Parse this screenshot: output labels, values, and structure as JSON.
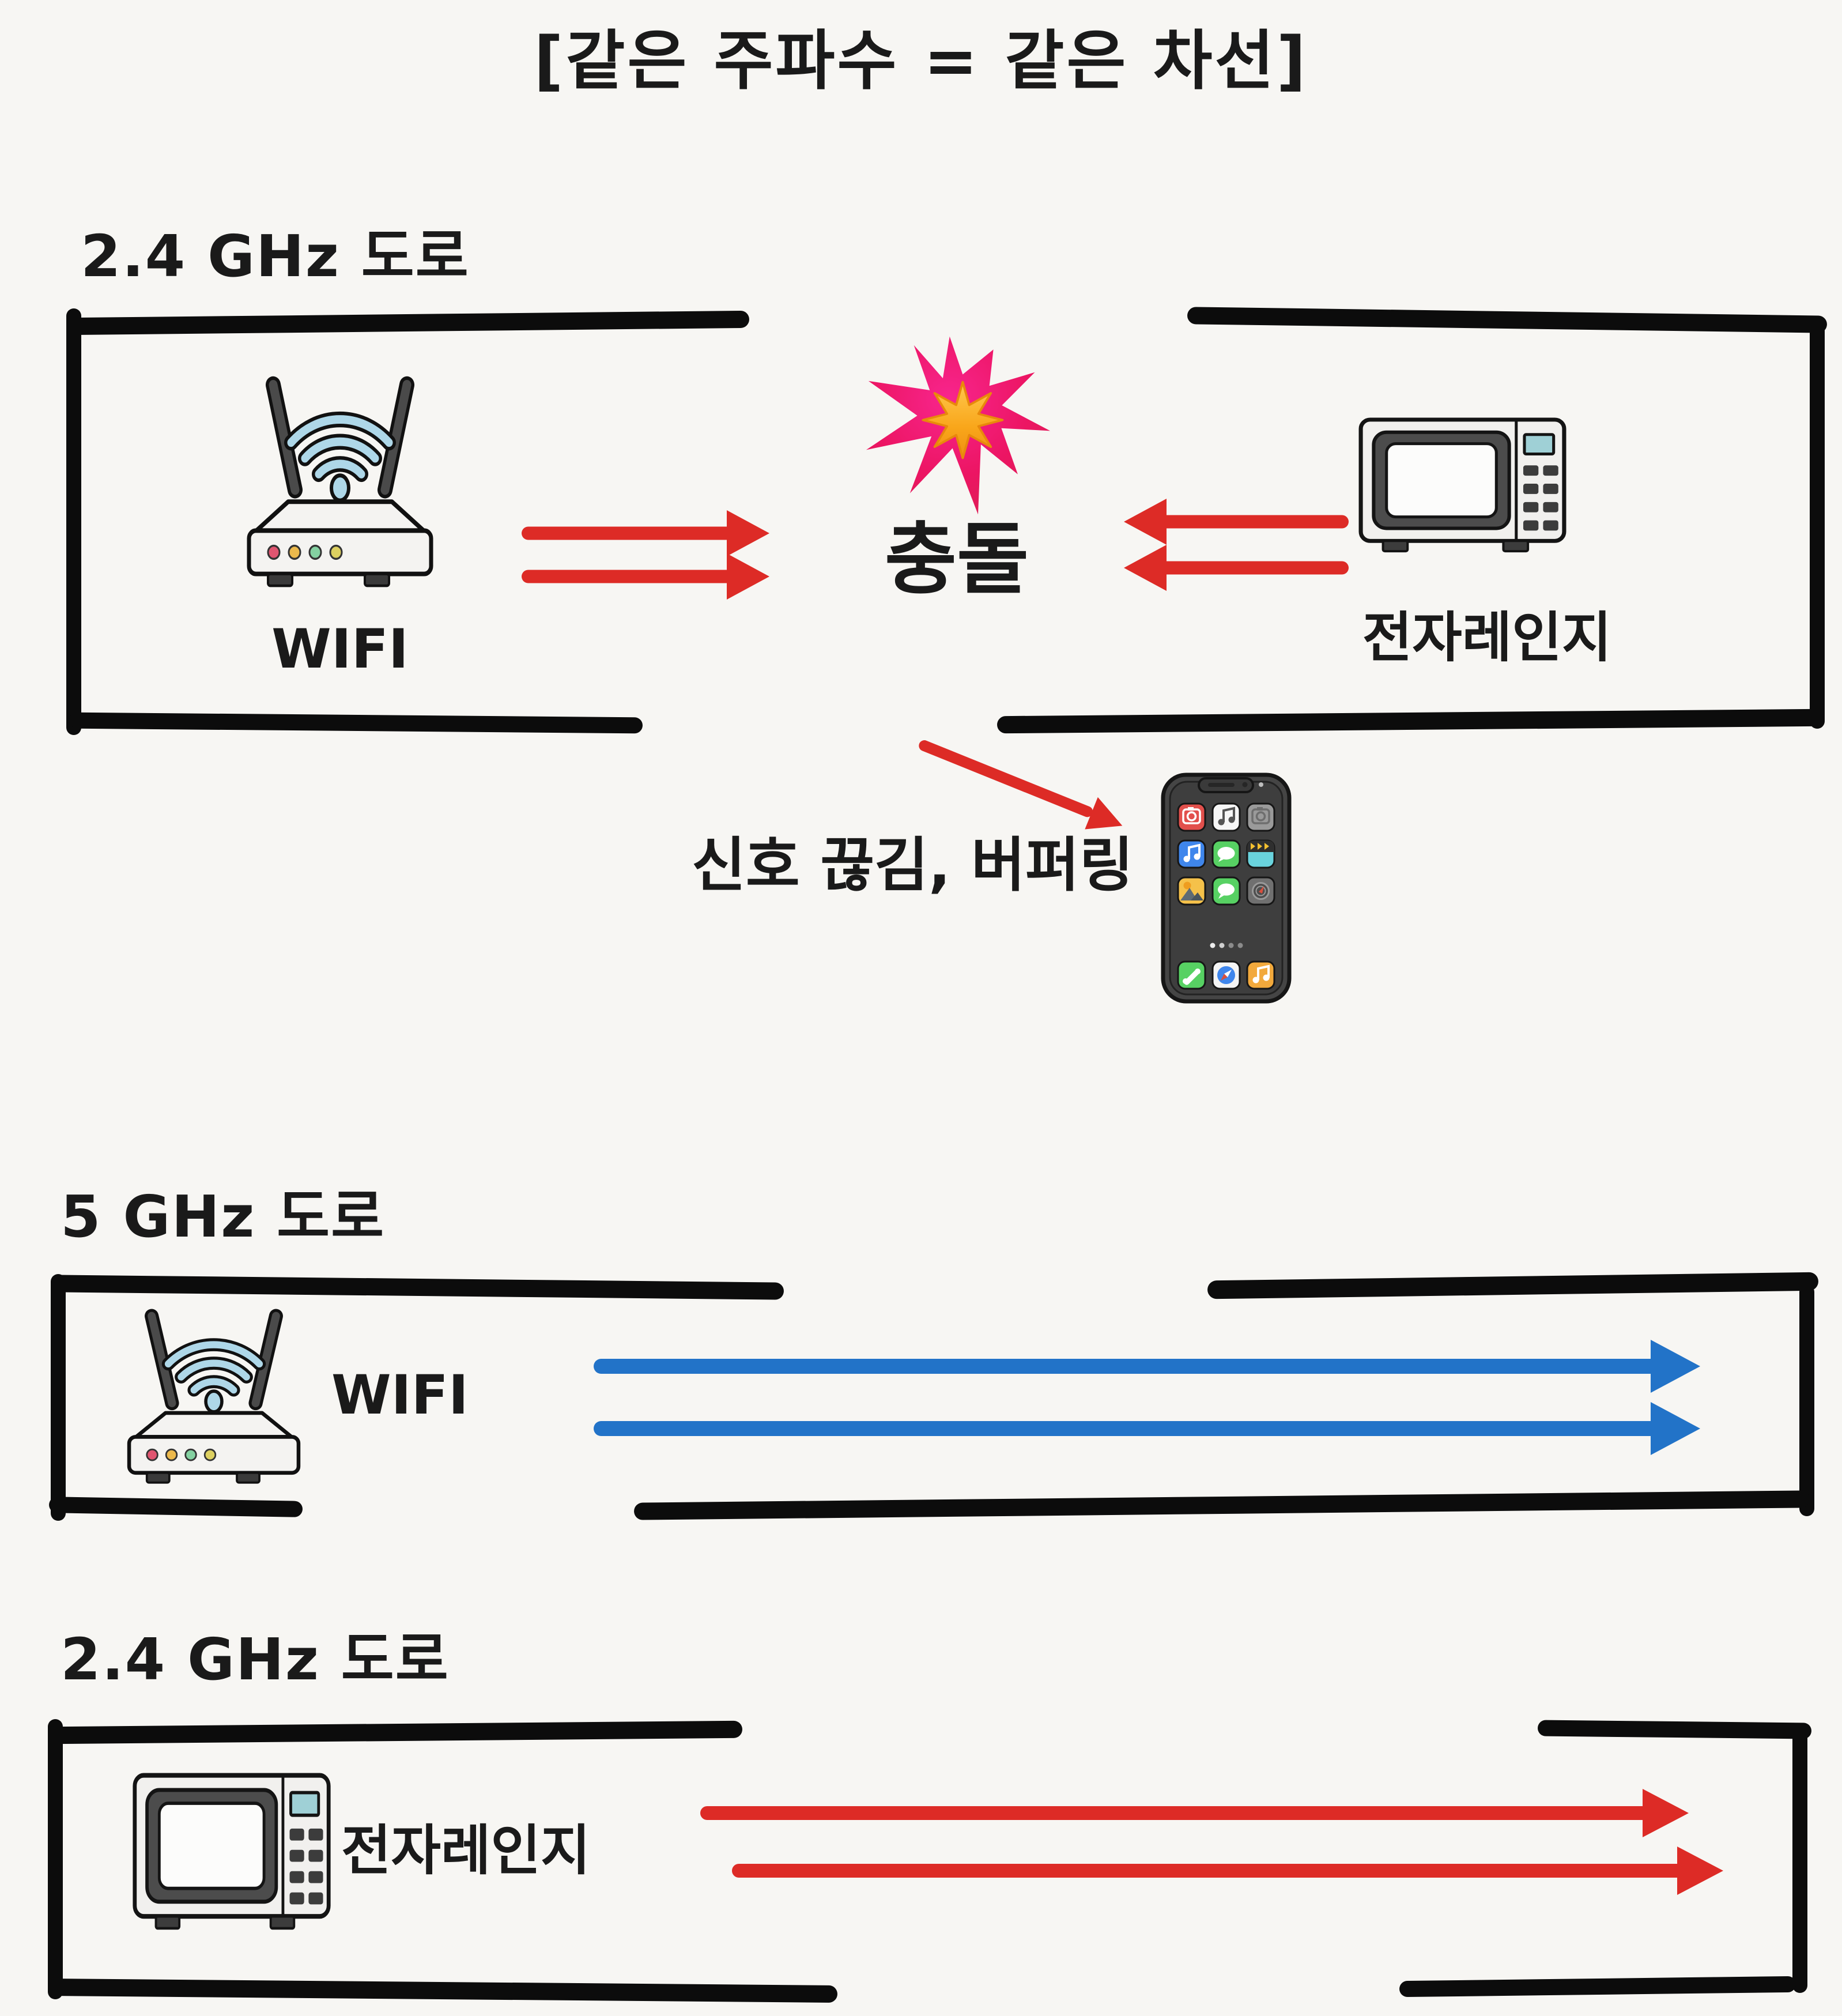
{
  "title": "[같은 주파수 = 같은 차선]",
  "sections": {
    "top_24ghz": {
      "label": "2.4 GHz 도로",
      "wifi_label": "WIFI",
      "collision_label": "충돌",
      "microwave_label": "전자레인지",
      "result_label": "신호 끊김, 버퍼링"
    },
    "mid_5ghz": {
      "label": "5 GHz 도로",
      "wifi_label": "WIFI"
    },
    "bottom_24ghz": {
      "label": "2.4 GHz 도로",
      "microwave_label": "전자레인지"
    }
  },
  "icons": {
    "router": "wifi-router-icon",
    "microwave": "microwave-icon",
    "explosion": "collision-explosion-icon",
    "smartphone": "smartphone-icon"
  },
  "colors": {
    "background": "#f7f6f3",
    "road": "#0c0c0c",
    "text": "#1a1a1a",
    "arrow_red": "#dd2b26",
    "arrow_blue": "#2273c8",
    "wifi_wave": "#aed7e8",
    "explosion_outer": "#ec1563",
    "explosion_inner": "#f9a61a"
  }
}
